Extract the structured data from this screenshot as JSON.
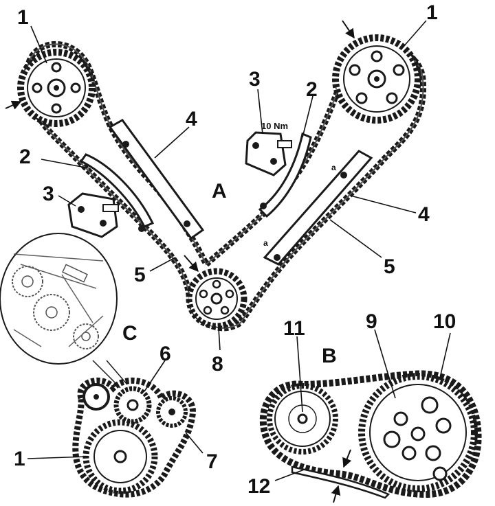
{
  "figure": {
    "sections": {
      "a": "A",
      "b": "B",
      "c": "C"
    },
    "callouts": {
      "n1": "1",
      "n2": "2",
      "n3": "3",
      "n4": "4",
      "n5": "5",
      "n6": "6",
      "n7": "7",
      "n8": "8",
      "n9": "9",
      "n10": "10",
      "n11": "11",
      "n12": "12"
    },
    "torque_note": "10 Nm",
    "mark_a": "a"
  },
  "colors": {
    "ink": "#1a1a1a",
    "paper": "#ffffff",
    "shade": "#dcdcdc"
  }
}
